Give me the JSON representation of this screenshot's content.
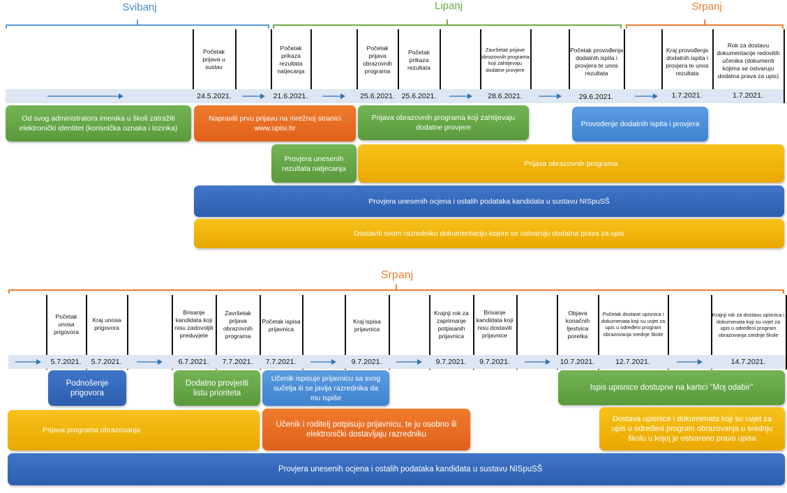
{
  "colors": {
    "svibanj": "#5b9bd5",
    "lipanj": "#70ad47",
    "srpanj": "#ed7d31",
    "green": "#5a9a3c",
    "orange": "#e0611a",
    "blue": "#2d5eae",
    "yellow": "#eaa800",
    "light_blue": "#3f84d0"
  },
  "top": {
    "months": [
      "Svibanj",
      "Lipanj",
      "Srpanj"
    ],
    "events": [
      "Početak prijava u sustav",
      "Početak prikaza rezultata natjecanja",
      "Početak prijava obrazovnih programa",
      "Početak prikaza rezultata",
      "Završetak prijave obrazovnih programa koji zahtijevaju dodatne provjere",
      "Početak provođenja dodatnih ispita i provjera te unos rezultata",
      "Kraj provođenja dodatnih ispita i provjera te unos rezultata",
      "Rok za dostavu dokumentacije redovitih učenika (dokumenti kojima se ostvaruju dodatna prava za upis)"
    ],
    "dates": [
      "24.5.2021.",
      "21.6.2021.",
      "25.6.2021.",
      "25.6.2021.",
      "28.6.2021.",
      "29.6.2021.",
      "1.7.2021.",
      "1.7.2021."
    ],
    "bars": [
      "Od svog administratora imenika u školi zatražiti elektronički identitet (korisnička oznaka i lozinka)",
      "Napraviti prvu prijavu na mrežnoj stranici www.upisi.hr",
      "Prijava obrazovnih programa koji zahtijevaju dodatne provjere",
      "Provođenje dodatnih ispita i provjera",
      "Provjera  unesenih rezultata natjecanja",
      "Prijava obrazovnih programa",
      "Provjera unesenih ocjena i ostalih podataka kandidata u sustavu NISpuSŠ",
      "Dostaviti svom razredniku dokumentaciju kojom se ostvaruju dodatna prava za upis"
    ]
  },
  "bottom": {
    "month": "Srpanj",
    "events": [
      "Početak unosa prigovora",
      "Kraj unosa prigovora",
      "Brisanje kandidata koji nisu zadovoljili preduvjete",
      "Završetak prijava obrazovnih programa",
      "Početak ispisa prijavnica",
      "Kraj ispisa prijavnica",
      "Krajnji rok za zaprimanje potpisanih prijavnica",
      "Brisanje kandidata koji nisu dostavili prijavnice",
      "Objava konačnih ljestvica poretka",
      "Početak dostave upisnica i  dokumenata koji su uvjet za upis u određeni program obrazovanja srednje škole",
      "Krajnji rok za dostavu upisnica i dokumenata koji su uvjet za upis u određeni program obrazovanja srednje škole"
    ],
    "dates": [
      "5.7.2021.",
      "5.7.2021.",
      "6.7.2021.",
      "7.7.2021.",
      "7.7.2021.",
      "9.7.2021.",
      "9.7.2021.",
      "9.7.2021.",
      "10.7.2021.",
      "12.7.2021.",
      "14.7.2021."
    ],
    "bars": [
      "Podnošenje prigovora",
      "Dodatno provjeriti listu prioriteta",
      "Učenik ispisuje prijavnicu sa svog sučelja ili se javlja razrednika da mu ispiše",
      "Ispis upisnice dostupne na kartici \"Moj odabir\"",
      "Prijava programa obrazovanja",
      "Učenik i roditelj potpisuju prijavnicu, te ju osobno ili elektronički dostavljaju razredniku",
      "Dostava upisnice i dokumenata koji su uvjet za upis u određeni program obrazovanja u srednju školu u kojoj je ostvareno pravo upisa",
      "Provjera unesenih ocjena i ostalih podataka kandidata u sustavu NISpuSŠ"
    ]
  }
}
